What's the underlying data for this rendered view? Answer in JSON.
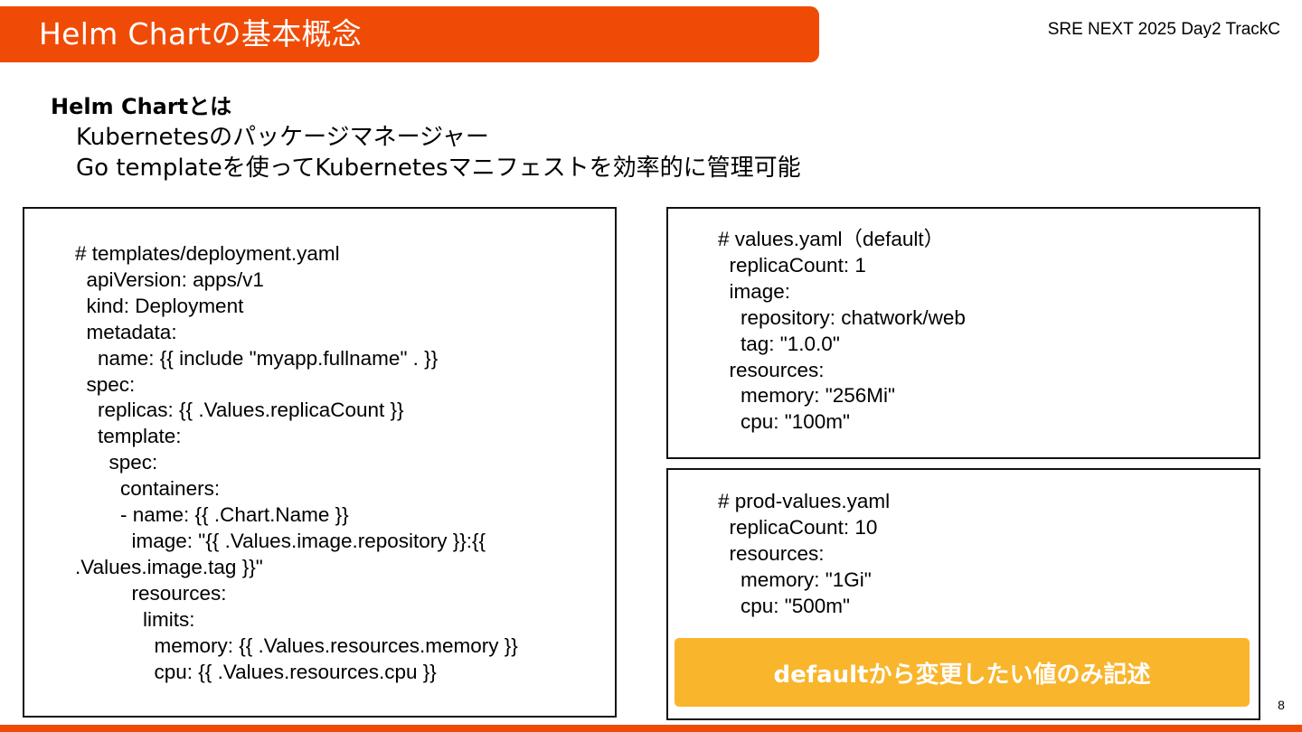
{
  "header": {
    "title": "Helm Chartの基本概念",
    "event_label": "SRE NEXT 2025 Day2 TrackC"
  },
  "intro": {
    "heading": "Helm Chartとは",
    "lines": [
      "Kubernetesのパッケージマネージャー",
      "Go templateを使ってKubernetesマニフェストを効率的に管理可能"
    ]
  },
  "code_blocks": {
    "deployment_template": "# templates/deployment.yaml\n  apiVersion: apps/v1\n  kind: Deployment\n  metadata:\n    name: {{ include \"myapp.fullname\" . }}\n  spec:\n    replicas: {{ .Values.replicaCount }}\n    template:\n      spec:\n        containers:\n        - name: {{ .Chart.Name }}\n          image: \"{{ .Values.image.repository }}:{{\n.Values.image.tag }}\"\n          resources:\n            limits:\n              memory: {{ .Values.resources.memory }}\n              cpu: {{ .Values.resources.cpu }}",
    "default_values": "# values.yaml（default）\n  replicaCount: 1\n  image:\n    repository: chatwork/web\n    tag: \"1.0.0\"\n  resources:\n    memory: \"256Mi\"\n    cpu: \"100m\"",
    "prod_values": "# prod-values.yaml\n  replicaCount: 10\n  resources:\n    memory: \"1Gi\"\n    cpu: \"500m\""
  },
  "callout": {
    "text": "defaultから変更したい値のみ記述"
  },
  "page_number": "8",
  "colors": {
    "accent": "#f04b06",
    "callout": "#f9b52c",
    "text": "#000000"
  }
}
